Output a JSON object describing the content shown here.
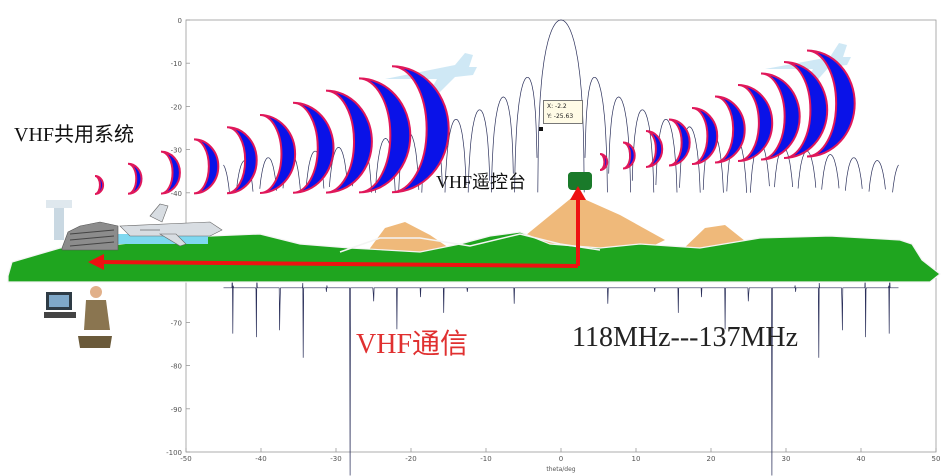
{
  "labels": {
    "system_title": "VHF共用系统",
    "station_label": "VHF遥控台",
    "comm_label": "VHF通信",
    "freq_range": "118MHz---137MHz"
  },
  "datatip": {
    "x_text": "X: -2.2",
    "y_text": "Y: -25.63"
  },
  "plot": {
    "xlabel": "theta/deg",
    "x_ticks": [
      "-50",
      "-40",
      "-30",
      "-20",
      "-10",
      "0",
      "10",
      "20",
      "30",
      "40",
      "50"
    ],
    "y_ticks": [
      "0",
      "-10",
      "-20",
      "-30",
      "-40",
      "-50",
      "-60",
      "-70",
      "-80",
      "-90",
      "-100"
    ],
    "xlim": [
      -50,
      50
    ],
    "ylim": [
      -100,
      0
    ]
  },
  "colors": {
    "wave_fill": "#0a12e8",
    "wave_edge": "#e0185a",
    "ground": "#1fa51f",
    "mountain": "#efb97a",
    "signal_path": "#ee1111",
    "pattern_line": "#2a2f5a",
    "plane_color": "#cfe8f5"
  },
  "icons": [
    "airplane-icon",
    "airport-terminal-icon",
    "control-tower-icon",
    "operator-workstation-icon",
    "radio-station-icon"
  ]
}
